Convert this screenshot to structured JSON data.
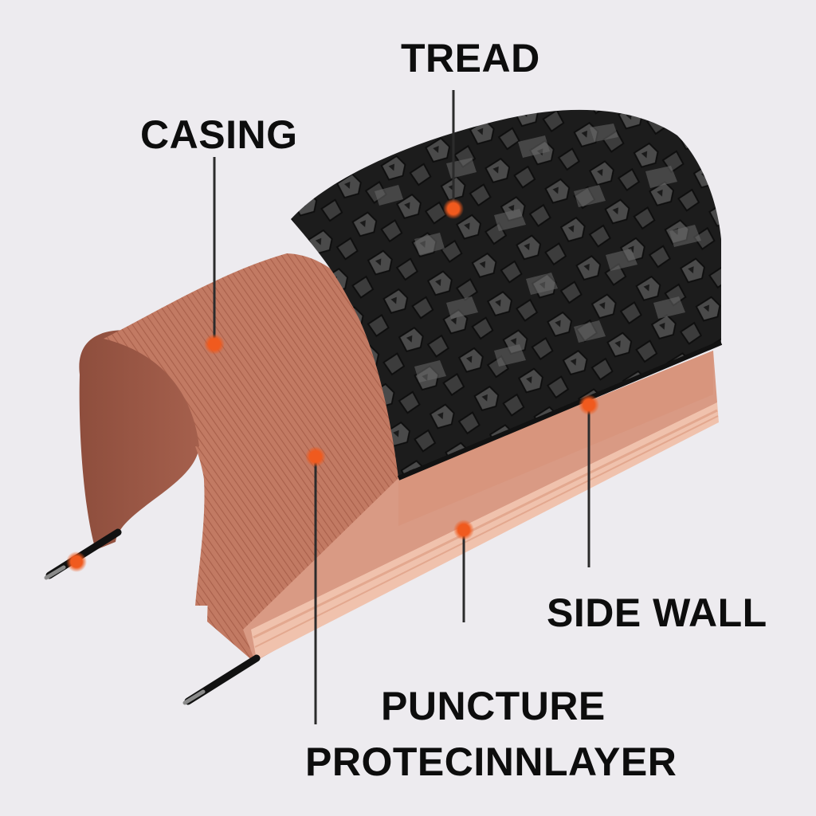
{
  "labels": {
    "tread": "TREAD",
    "casing": "CASING",
    "side_wall": "SIDE WALL",
    "puncture_line1": "PUNCTURE",
    "puncture_line2": "PROTECINNLAYER"
  },
  "colors": {
    "background": "#edebef",
    "marker": "#f05a1e",
    "casing": "#c9806a",
    "tread": "#2a2a2a",
    "leader_line": "#2b2b2b"
  }
}
